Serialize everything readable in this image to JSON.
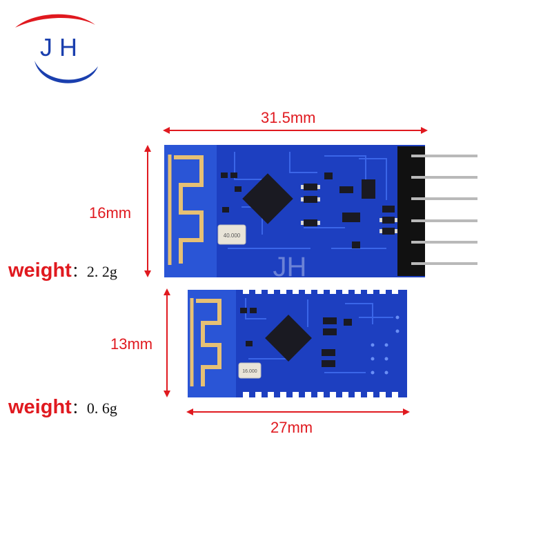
{
  "logo": {
    "text": "JH"
  },
  "watermark": {
    "text": "JH"
  },
  "module_large": {
    "width_label": "31.5mm",
    "height_label": "16mm",
    "weight_label": "weight",
    "weight_sep": "：",
    "weight_value": "2. 2g",
    "crystal_text": "40.000"
  },
  "module_small": {
    "width_label": "27mm",
    "height_label": "13mm",
    "weight_label": "weight",
    "weight_sep": "：",
    "weight_value": "0. 6g",
    "crystal_text": "16.000"
  },
  "colors": {
    "dimension": "#e0191f",
    "pcb": "#1d3fc0",
    "logo_blue": "#1a3fae",
    "logo_red": "#e0191f"
  }
}
